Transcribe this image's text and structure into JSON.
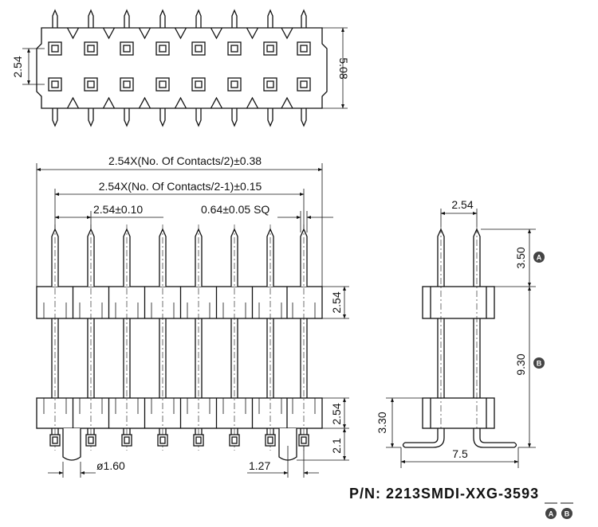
{
  "top_view": {
    "dim_pitch": "2.54",
    "dim_width": "5.08"
  },
  "front_view": {
    "dim_overall": "2.54X(No. Of Contacts/2)±0.38",
    "dim_span": "2.54X(No. Of Contacts/2-1)±0.15",
    "dim_pitch": "2.54±0.10",
    "dim_pin": "0.64±0.05 SQ",
    "dim_housing_upper": "2.54",
    "dim_housing_lower": "2.54",
    "dim_tail": "2.1",
    "dim_post": "ø1.60",
    "dim_offset": "1.27"
  },
  "side_view": {
    "dim_row_pitch": "2.54",
    "dim_mating": "3.50",
    "dim_body": "9.30",
    "dim_foot_height": "3.30",
    "dim_foot_span": "7.5",
    "marker_a": "A",
    "marker_b": "B"
  },
  "part_number": {
    "prefix": "P/N: 2213SMDI-XXG-35",
    "code_a": "9",
    "code_b": "3",
    "marker_a": "A",
    "marker_b": "B"
  },
  "colors": {
    "line": "#111111",
    "marker_fill": "#444444"
  }
}
